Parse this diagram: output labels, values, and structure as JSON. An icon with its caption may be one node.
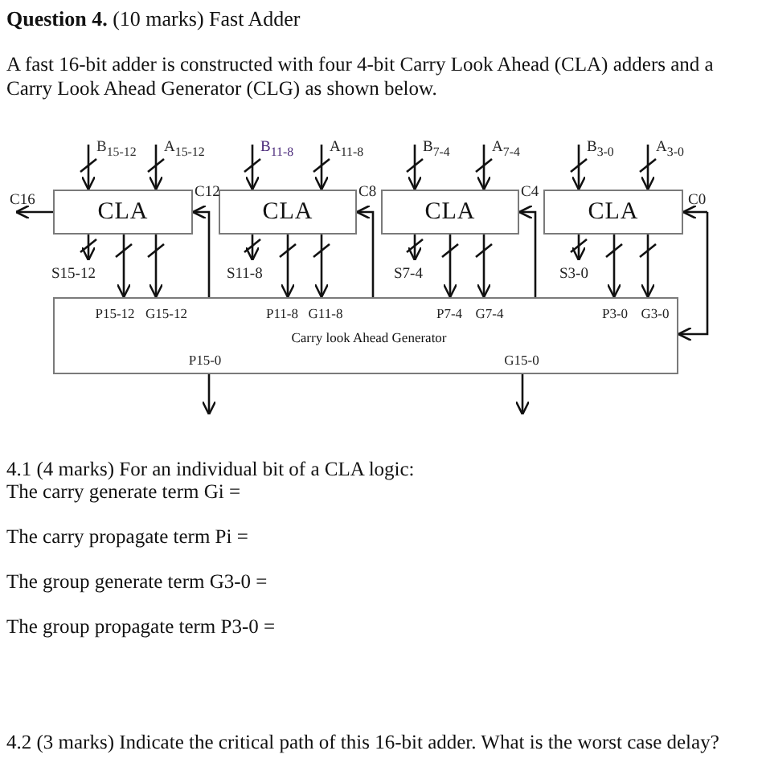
{
  "diagram": {
    "title": "**Question 4.** (10 marks) Fast Adder",
    "nodes": [
      {
        "text": [
          "CLA"
        ]
      },
      {
        "text": [
          "CLA"
        ]
      },
      {
        "text": [
          "CLA"
        ]
      },
      {
        "text": [
          "CLA"
        ]
      },
      {
        "text": [
          "P15-12",
          "G15-12",
          "P11-8",
          "G11-8",
          "P7-4",
          "G7-4",
          "P3-0",
          "G3-0",
          "Carry look Ahead Generator",
          "P15-0",
          "G15-0"
        ]
      }
    ],
    "edges": [
      {
        "from": null,
        "to": 0,
        "arrow": "to",
        "label": "B$_{15-12}$"
      },
      {
        "from": null,
        "to": 0,
        "arrow": "to",
        "label": "A$_{15-12}$"
      },
      {
        "from": null,
        "to": 1,
        "arrow": "to",
        "label": "B$_{11-8}$"
      },
      {
        "from": null,
        "to": 1,
        "arrow": "to",
        "label": "A$_{11-8}$"
      },
      {
        "from": null,
        "to": 2,
        "arrow": "to",
        "label": "B$_{7-4}$"
      },
      {
        "from": null,
        "to": 2,
        "arrow": "to",
        "label": "A$_{7-4}$"
      },
      {
        "from": null,
        "to": 3,
        "arrow": "to",
        "label": "B$_{3-0}$"
      },
      {
        "from": null,
        "to": 3,
        "arrow": "to",
        "label": "A$_{3-0}$"
      },
      {
        "from": 0,
        "to": null,
        "arrow": "to",
        "label": "C16"
      },
      {
        "from": 0,
        "to": null,
        "arrow": "to",
        "label": "S15-12"
      },
      {
        "from": 1,
        "to": null,
        "arrow": "to",
        "label": "S11-8"
      },
      {
        "from": 2,
        "to": null,
        "arrow": "to",
        "label": "S7-4"
      },
      {
        "from": 3,
        "to": null,
        "arrow": "to",
        "label": "S3-0"
      },
      {
        "from": 0,
        "to": 4,
        "arrow": "to"
      },
      {
        "from": 0,
        "to": 4,
        "arrow": "to"
      },
      {
        "from": 1,
        "to": 4,
        "arrow": "to"
      },
      {
        "from": 1,
        "to": 4,
        "arrow": "to"
      },
      {
        "from": 2,
        "to": 4,
        "arrow": "to"
      },
      {
        "from": 2,
        "to": 4,
        "arrow": "to"
      },
      {
        "from": 3,
        "to": 4,
        "arrow": "to"
      },
      {
        "from": 3,
        "to": 4,
        "arrow": "to"
      },
      {
        "from": 4,
        "to": 0,
        "arrow": "to",
        "label": "C12"
      },
      {
        "from": 4,
        "to": 1,
        "arrow": "to",
        "label": "C8"
      },
      {
        "from": 4,
        "to": 2,
        "arrow": "to",
        "label": "C4"
      },
      {
        "from": null,
        "to": 3,
        "arrow": "to",
        "label": "C0"
      },
      {
        "from": null,
        "to": 4,
        "arrow": "to"
      },
      {
        "from": 4,
        "to": null,
        "arrow": "to"
      },
      {
        "from": 4,
        "to": null,
        "arrow": "to"
      }
    ],
    "labels": [
      "A fast 16-bit adder is constructed with four 4-bit Carry Look Ahead (CLA) adders and a Carry Look Ahead Generator (CLG) as shown below.",
      "4.1 (4 marks) For an individual bit of a CLA logic:",
      "The carry generate term Gi =",
      "The carry propagate term Pi =",
      "The group generate term G3-0 =",
      "The group propagate term P3-0 =",
      "4.2 (3 marks) Indicate the critical path of this 16-bit adder. What is the worst case delay?"
    ]
  }
}
